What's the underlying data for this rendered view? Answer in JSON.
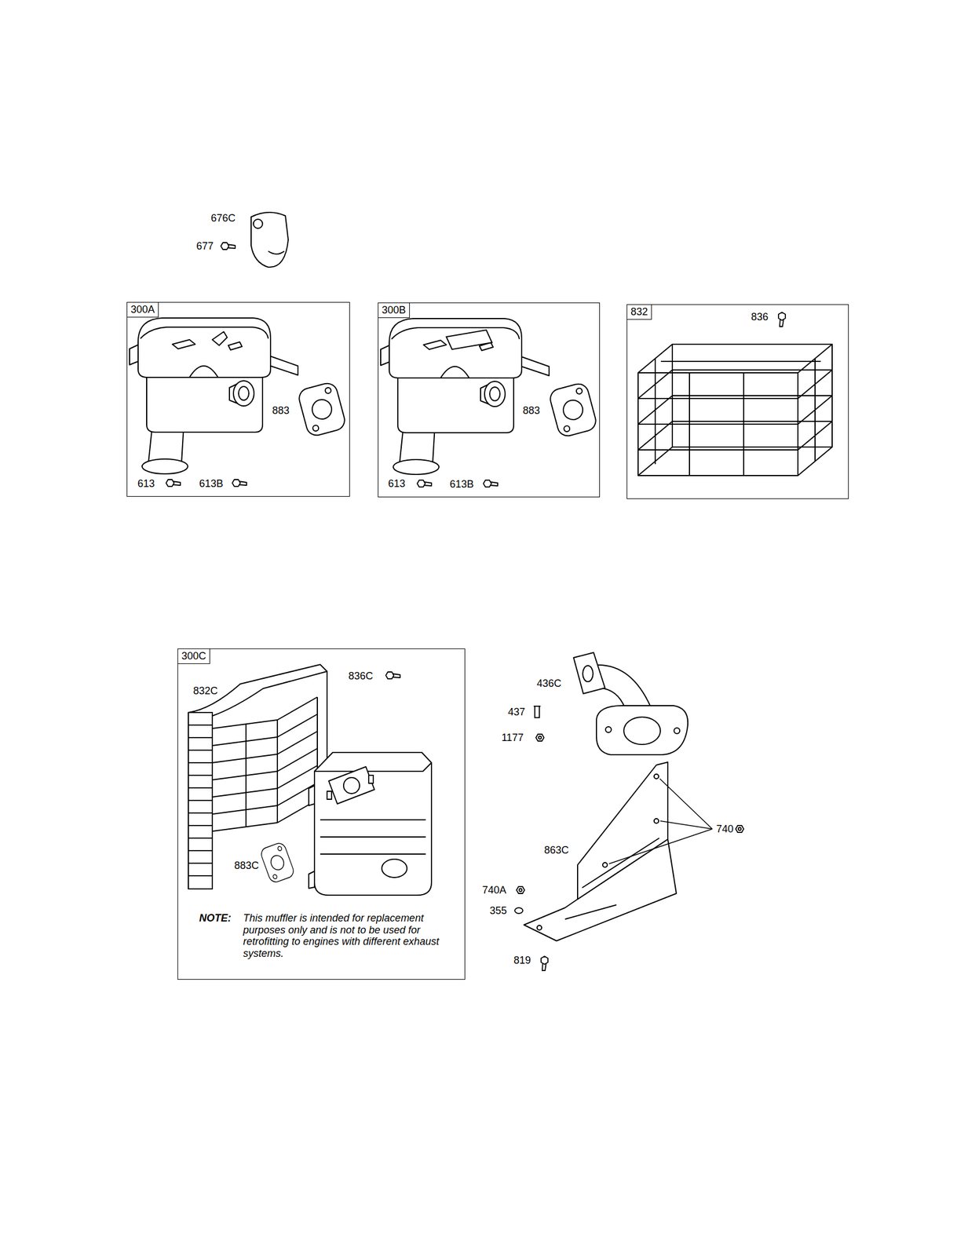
{
  "diagram": {
    "nodes": [
      {
        "text": [
          "300A",
          "883",
          "613",
          "613B"
        ]
      },
      {
        "text": [
          "300B",
          "883",
          "613",
          "613B"
        ]
      },
      {
        "text": [
          "832",
          "836"
        ]
      },
      {
        "text": [
          "300C",
          "836C",
          "832C",
          "883C",
          "NOTE:",
          "This muffler is intended for replacement purposes only and is not to be used for retrofitting to engines with different exhaust systems."
        ]
      }
    ],
    "labels": [
      "676C",
      "677",
      "436C",
      "437",
      "1177",
      "740",
      "863C",
      "740A",
      "355",
      "819"
    ]
  }
}
